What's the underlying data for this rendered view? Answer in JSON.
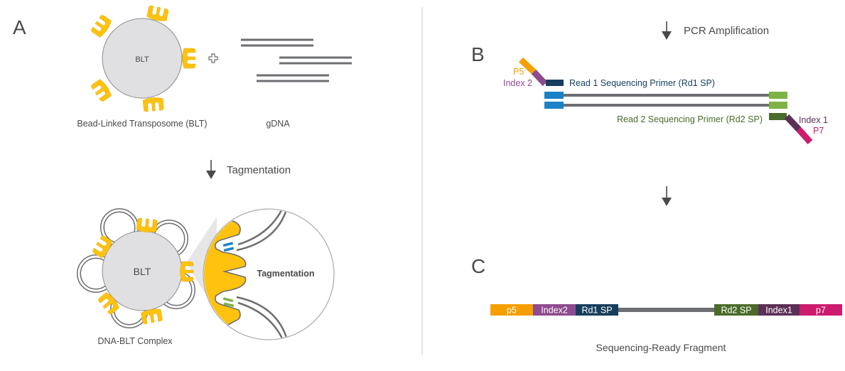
{
  "panels": {
    "a": {
      "letter": "A",
      "blt_label": "BLT",
      "blt_caption": "Bead-Linked Transposome (BLT)",
      "plus_icon": "plus-icon",
      "gdna_caption": "gDNA",
      "step_label": "Tagmentation",
      "complex_label": "BLT",
      "complex_caption": "DNA-BLT Complex",
      "zoom_label": "Tagmentation"
    },
    "b": {
      "letter": "B",
      "step_label": "PCR Amplification",
      "p5_label": "P5",
      "index2_label": "Index 2",
      "rd1_label": "Read 1 Sequencing Primer (Rd1 SP)",
      "rd2_label": "Read 2 Sequencing Primer (Rd2 SP)",
      "index1_label": "Index 1",
      "p7_label": "P7"
    },
    "c": {
      "letter": "C",
      "caption": "Sequencing-Ready Fragment",
      "segments": [
        {
          "label": "p5",
          "color": "#f5a000"
        },
        {
          "label": "Index2",
          "color": "#8e4b8f"
        },
        {
          "label": "Rd1 SP",
          "color": "#163f5c"
        },
        {
          "label": "",
          "color": "#6d6e71"
        },
        {
          "label": "Rd2 SP",
          "color": "#4b6b2a"
        },
        {
          "label": "Index1",
          "color": "#5c2f56"
        },
        {
          "label": "p7",
          "color": "#cc1c6e"
        }
      ]
    }
  },
  "colors": {
    "yellow": "#ffc20e",
    "bead": "#e0e0e2",
    "dna": "#6d6e71",
    "p5": "#f5a000",
    "index2": "#8e4b8f",
    "rd1": "#163f5c",
    "blue": "#1b82c5",
    "green": "#7cb342",
    "rd2": "#4b6b2a",
    "index1": "#5c2f56",
    "p7": "#cc1c6e",
    "text": "#4a4a4a"
  }
}
